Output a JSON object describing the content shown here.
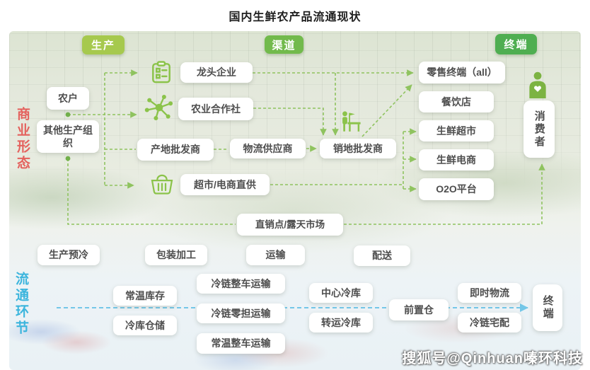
{
  "title": "国内生鲜农产品流通现状",
  "badges": {
    "production": "生产",
    "channel": "渠道",
    "terminal": "终端"
  },
  "side_labels": {
    "business_form": "商业形态",
    "circulation_link": "流通环节"
  },
  "business_nodes": {
    "farmer": "农户",
    "other_production_org": "其他生产组织",
    "leading_enterprise": "龙头企业",
    "agricultural_cooperative": "农业合作社",
    "origin_wholesaler": "产地批发商",
    "logistics_provider": "物流供应商",
    "sales_wholesaler": "销地批发商",
    "supermarket_direct": "超市/电商直供",
    "retail_terminal": "零售终端（all）",
    "restaurant": "餐饮店",
    "fresh_supermarket": "生鲜超市",
    "fresh_ecommerce": "生鲜电商",
    "o2o_platform": "O2O平台",
    "consumer": "消费者",
    "direct_sales_market": "直销点/露天市场"
  },
  "circulation_nodes": {
    "precooling": "生产预冷",
    "packaging": "包装加工",
    "transport": "运输",
    "delivery": "配送",
    "ambient_storage": "常温库存",
    "cold_storage_warehouse": "冷库仓储",
    "cold_chain_ftl": "冷链整车运输",
    "cold_chain_ltl": "冷链零担运输",
    "ambient_ftl": "常温整车运输",
    "central_cold_storage": "中心冷库",
    "transfer_cold_storage": "转运冷库",
    "front_warehouse": "前置仓",
    "instant_logistics": "即时物流",
    "cold_chain_home_delivery": "冷链宅配",
    "terminal": "终端"
  },
  "icons": {
    "leading_enterprise_icon": "clipboard-list-icon",
    "cooperative_icon": "network-hub-icon",
    "direct_supply_icon": "shopping-basket-icon",
    "sales_wholesaler_icon": "market-vendor-icon",
    "consumer_icon": "person-heart-icon"
  },
  "colors": {
    "badge_production": "#a6c94e",
    "badge_channel": "#72ba4c",
    "badge_terminal": "#4fae51",
    "line_green": "#8fc35f",
    "line_blue": "#74c7e8",
    "label_business_form": "#e4625e",
    "label_circulation_link": "#3cb5dd",
    "icon_green": "#8bc34a"
  },
  "watermark": "搜狐号@Qinhuan嗪环科技"
}
